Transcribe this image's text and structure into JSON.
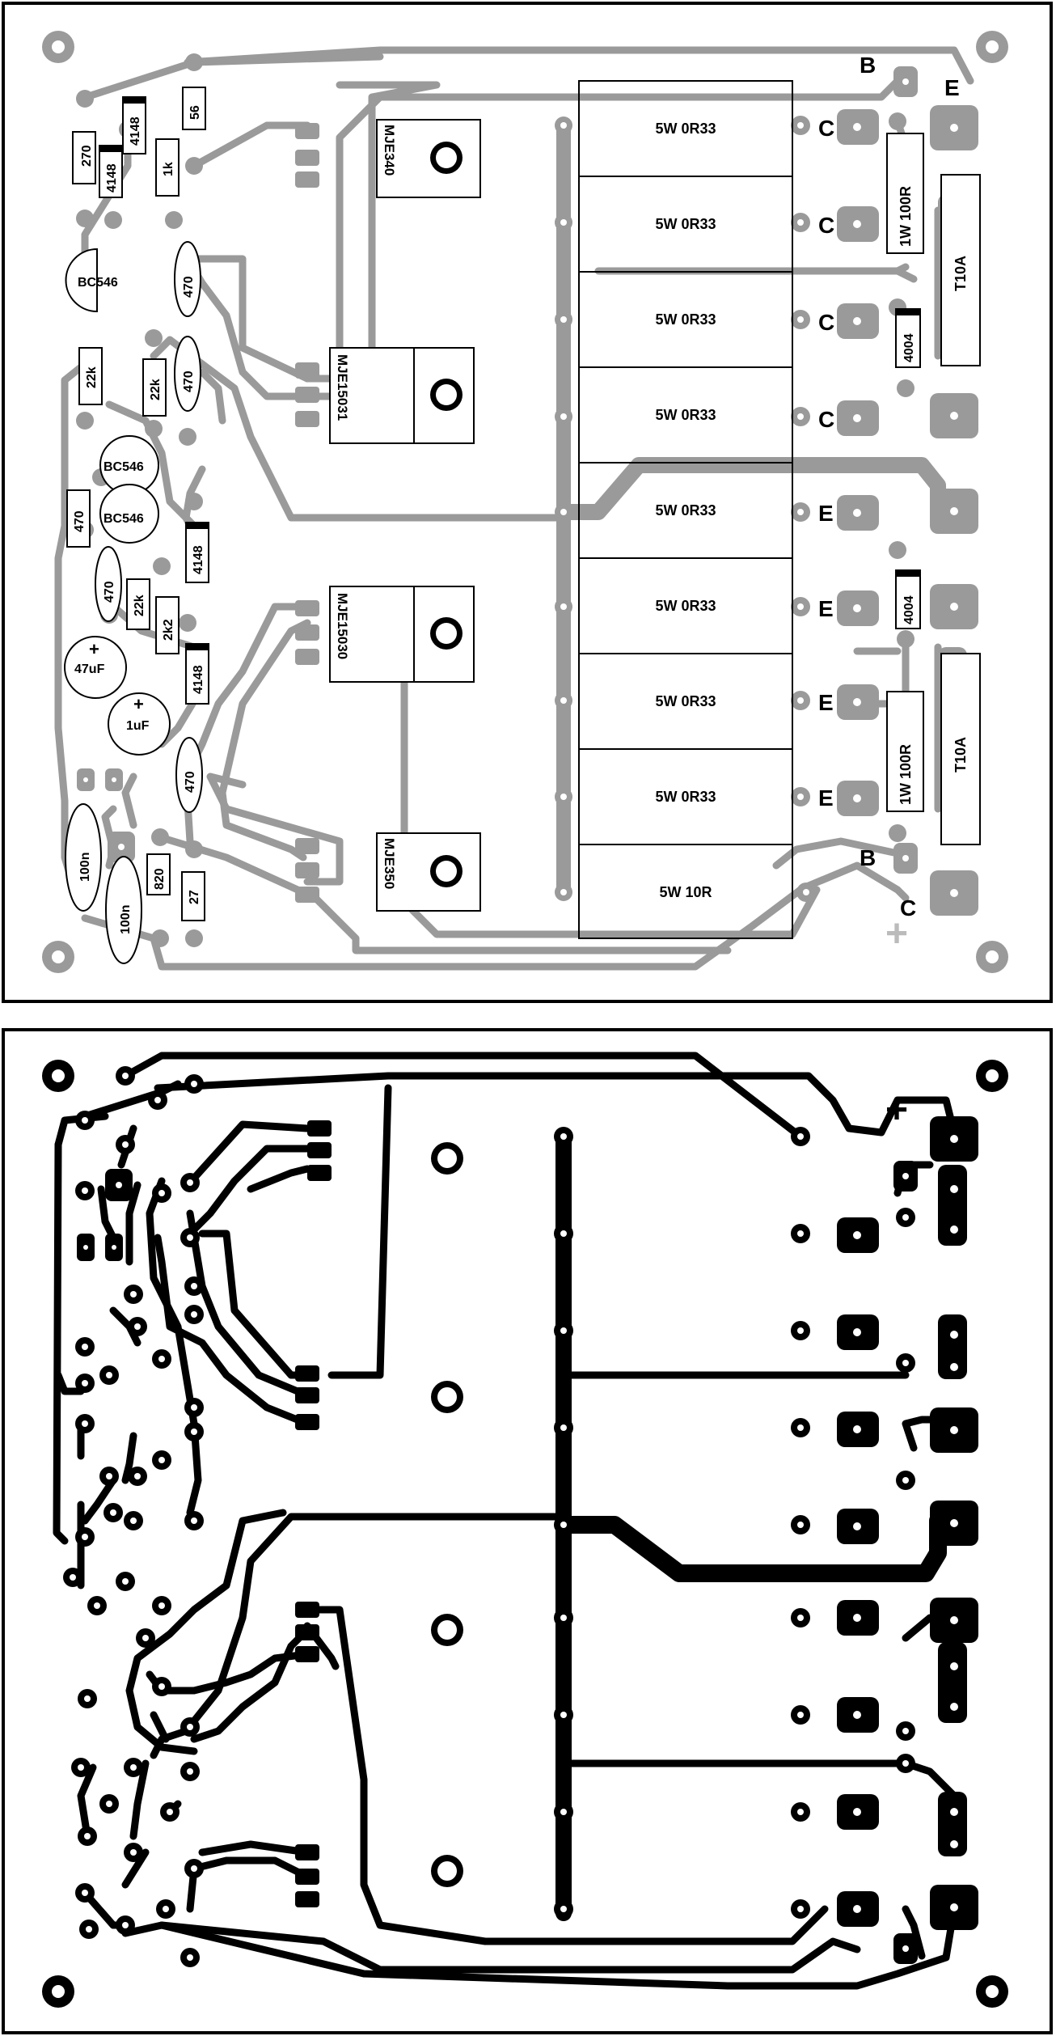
{
  "palette": {
    "trace_top": "#9a9a9a",
    "pad_top": "#9a9a9a",
    "trace_bottom": "#000000",
    "board_outline": "#000000",
    "background": "#ffffff"
  },
  "top_board": {
    "resistor_labels": [
      "5W 0R33",
      "5W 0R33",
      "5W 0R33",
      "5W 0R33",
      "5W 0R33",
      "5W 0R33",
      "5W 0R33",
      "5W 0R33",
      "5W 10R"
    ],
    "pin_letters": [
      "B",
      "E",
      "C",
      "C",
      "C",
      "C",
      "E",
      "E",
      "E",
      "E",
      "B",
      "C"
    ],
    "transistors": [
      "MJE340",
      "MJE15031",
      "MJE15030",
      "MJE350"
    ],
    "small_transistors": [
      "BC546",
      "BC546",
      "BC546"
    ],
    "components": {
      "r270": "270",
      "d4148a": "4148",
      "d4148b": "4148",
      "r56": "56",
      "r1k": "1k",
      "r470a": "470",
      "r470b": "470",
      "r22ka": "22k",
      "r22kb": "22k",
      "r470c": "470",
      "d4148c": "4148",
      "r470d": "470",
      "r22kc": "22k",
      "r2k2": "2k2",
      "d4148d": "4148",
      "r470e": "470",
      "c47u": "47uF",
      "c1u": "1uF",
      "c100na": "100n",
      "c100nb": "100n",
      "r820": "820",
      "r27": "27",
      "rw100a": "1W 100R",
      "rw100b": "1W 100R",
      "d4004a": "4004",
      "d4004b": "4004",
      "fuse_a": "T10A",
      "fuse_b": "T10A"
    },
    "plus_mark": "+",
    "cap_plus_a": "+",
    "cap_plus_b": "+"
  },
  "bottom_board": {
    "plus_mark": "+"
  }
}
